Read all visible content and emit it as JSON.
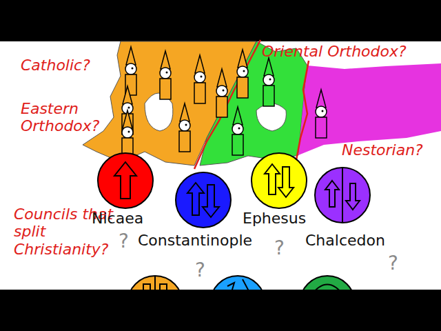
{
  "diagram": {
    "labels": [
      "Catholic?",
      "Eastern Orthodox?",
      "Oriental Orthodox?",
      "Nestorian?",
      "Councils that split Christianity?",
      "Nicaea",
      "Constantinople",
      "Ephesus",
      "Chalcedon",
      "?",
      "?",
      "?",
      "?"
    ]
  }
}
